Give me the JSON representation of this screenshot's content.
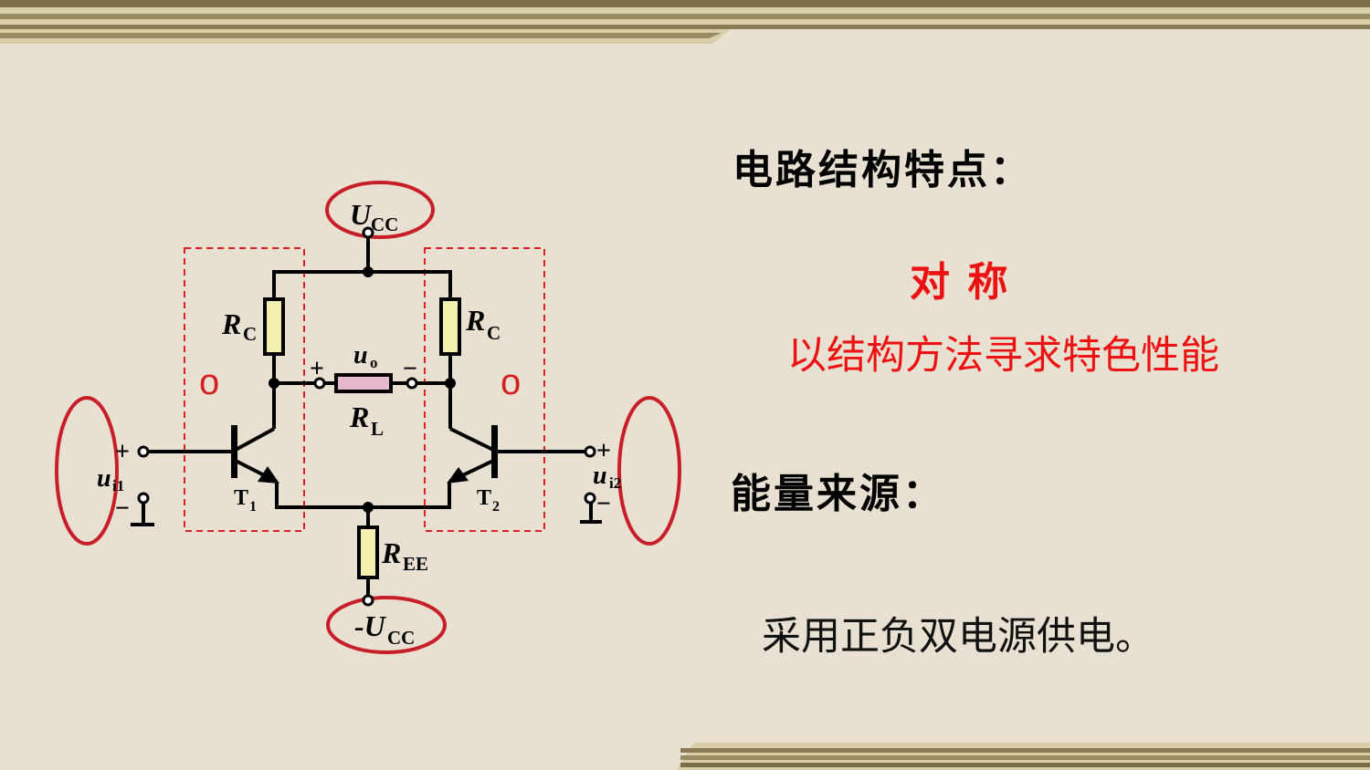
{
  "colors": {
    "background": "#e8e0d0",
    "accent_red": "#ee1111",
    "circle_red": "#c81e28",
    "wire": "#000000",
    "resistor_fill": "#f4f0b0",
    "load_fill": "#e6b8cc",
    "band_dark": "#8a7a55",
    "band_light": "#d8cfa8"
  },
  "text": {
    "heading_structure": "电路结构特点：",
    "symmetry": "对  称",
    "method": "以结构方法寻求特色性能",
    "heading_energy": "能量来源：",
    "power_supply": "采用正负双电源供电。"
  },
  "circuit": {
    "supply_pos": {
      "main": "U",
      "sub": "CC"
    },
    "supply_neg": {
      "main": "-U",
      "sub": "CC"
    },
    "rc_left": {
      "main": "R",
      "sub": "C"
    },
    "rc_right": {
      "main": "R",
      "sub": "C"
    },
    "rl": {
      "main": "R",
      "sub": "L"
    },
    "ree": {
      "main": "R",
      "sub": "EE"
    },
    "uo": {
      "main": "u",
      "sub": "o"
    },
    "t1": {
      "main": "T",
      "sub": "1"
    },
    "t2": {
      "main": "T",
      "sub": "2"
    },
    "ui1": {
      "main": "u",
      "sub": "i1"
    },
    "ui2": {
      "main": "u",
      "sub": "i2"
    },
    "plus": "+",
    "minus": "−",
    "circle_mark": "o"
  }
}
